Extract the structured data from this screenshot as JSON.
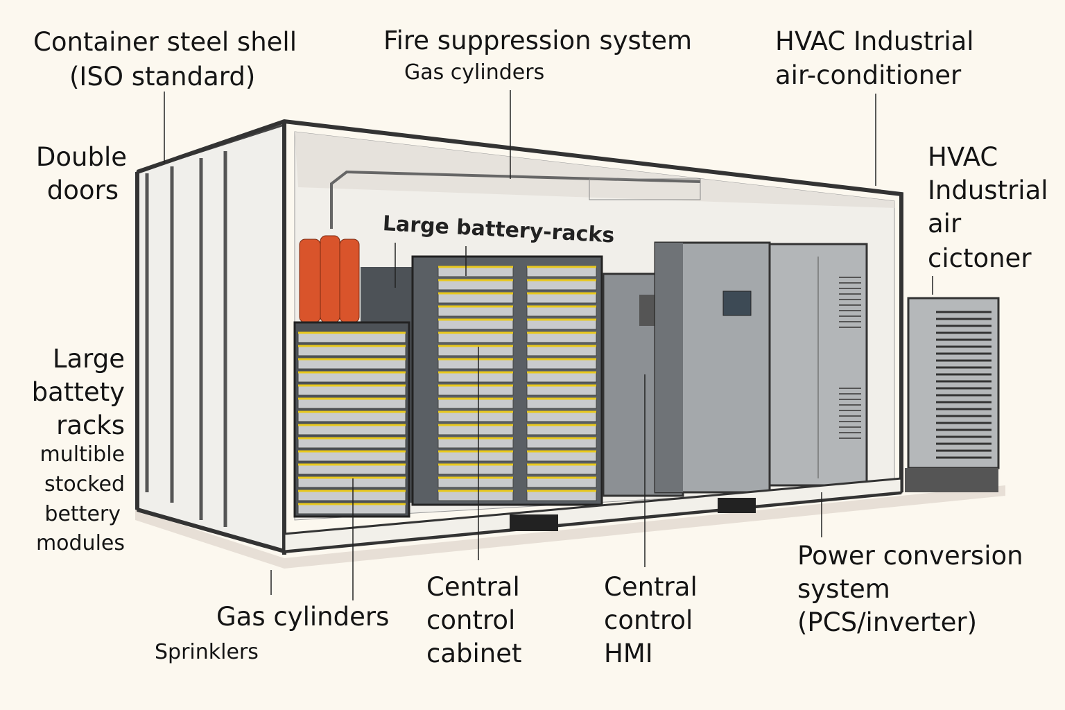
{
  "labels": {
    "container_shell": {
      "line1": "Container steel shell",
      "line2": "(ISO standard)"
    },
    "fire_suppression": {
      "title": "Fire suppression system",
      "sub": "Gas cylinders"
    },
    "hvac_top": {
      "line1": "HVAC Industrial",
      "line2": "air-conditioner"
    },
    "hvac_right": {
      "lines": [
        "HVAC",
        "Industrial",
        "air",
        "cictoner"
      ]
    },
    "double_doors": {
      "lines": [
        "Double",
        "doors"
      ]
    },
    "battery_racks_inner": "Large battery-racks",
    "battery_racks_left": {
      "lines": [
        "Large",
        "battety",
        "racks"
      ],
      "sub": [
        "multible",
        "stocked",
        "bettery",
        "modules"
      ]
    },
    "gas_cylinders": "Gas cylinders",
    "sprinklers": "Sprinklers",
    "control_cabinet": {
      "lines": [
        "Central",
        "control",
        "cabinet"
      ]
    },
    "control_hmi": {
      "lines": [
        "Central",
        "control",
        "HMI"
      ]
    },
    "pcs": {
      "lines": [
        "Power conversion",
        "system",
        "(PCS/inverter)"
      ]
    }
  },
  "colors": {
    "background": "#fcf8ef",
    "cylinder": "#d9542b",
    "battery_stripe": "#e8c81e",
    "cabinet": "#8c9094",
    "rack": "#4d5257"
  }
}
